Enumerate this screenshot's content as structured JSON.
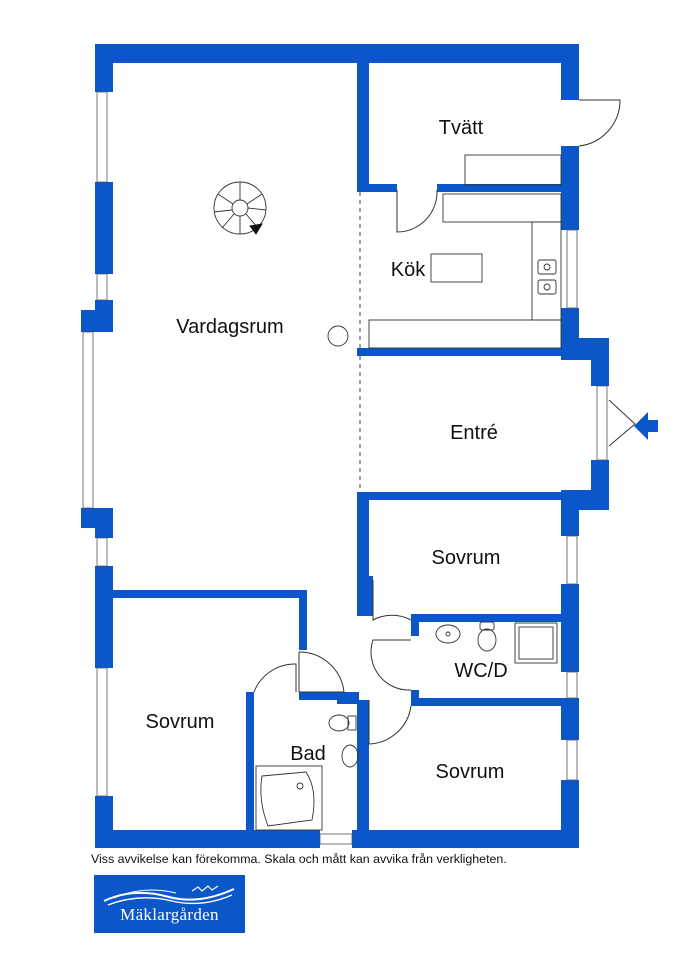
{
  "floorplan": {
    "rooms": {
      "tvatt": "Tvätt",
      "kok": "Kök",
      "vardagsrum": "Vardagsrum",
      "entre": "Entré",
      "sovrum_1": "Sovrum",
      "wcd": "WC/D",
      "sovrum_2": "Sovrum",
      "bad": "Bad",
      "sovrum_3": "Sovrum"
    },
    "wall_color": "#0b57c9",
    "disclaimer": "Viss avvikelse kan förekomma. Skala och mått kan avvika från verkligheten."
  },
  "brand": {
    "name": "Mäklargården",
    "color": "#0b57c9"
  }
}
